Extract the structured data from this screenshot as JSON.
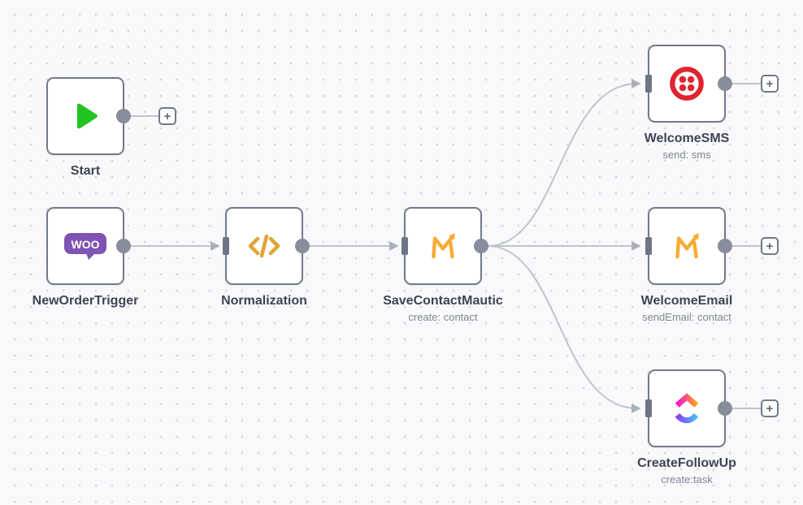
{
  "ui": {
    "plus": "+"
  },
  "canvas": {
    "background": "#f9f9fb",
    "dot_color": "#d8d9df",
    "connection_color": "#bfc3cc",
    "node_border_color": "#72798a",
    "port_color": "#878d9b"
  },
  "nodes": [
    {
      "id": "start",
      "label": "Start",
      "subtitle": "",
      "icon": "play-icon",
      "icon_color": "#22c322"
    },
    {
      "id": "new-order-trigger",
      "label": "NewOrderTrigger",
      "subtitle": "",
      "icon": "woocommerce-icon",
      "icon_text": "WOO",
      "icon_color": "#7f54b3"
    },
    {
      "id": "normalization",
      "label": "Normalization",
      "subtitle": "",
      "icon": "code-icon",
      "icon_color": "#e2a43a"
    },
    {
      "id": "save-contact-mautic",
      "label": "SaveContactMautic",
      "subtitle": "create: contact",
      "icon": "mautic-icon",
      "icon_color": "#f8ab33"
    },
    {
      "id": "welcome-sms",
      "label": "WelcomeSMS",
      "subtitle": "send: sms",
      "icon": "twilio-icon",
      "icon_color": "#e1232e"
    },
    {
      "id": "welcome-email",
      "label": "WelcomeEmail",
      "subtitle": "sendEmail: contact",
      "icon": "mautic-icon",
      "icon_color": "#f8ab33"
    },
    {
      "id": "create-follow-up",
      "label": "CreateFollowUp",
      "subtitle": "create:task",
      "icon": "clickup-icon",
      "icon_colors": [
        "#ff02f0",
        "#ffb000",
        "#8930fd",
        "#49ccf9"
      ]
    }
  ],
  "connections": [
    {
      "from": "new-order-trigger",
      "to": "normalization"
    },
    {
      "from": "normalization",
      "to": "save-contact-mautic"
    },
    {
      "from": "save-contact-mautic",
      "to": "welcome-sms"
    },
    {
      "from": "save-contact-mautic",
      "to": "welcome-email"
    },
    {
      "from": "save-contact-mautic",
      "to": "create-follow-up"
    }
  ]
}
